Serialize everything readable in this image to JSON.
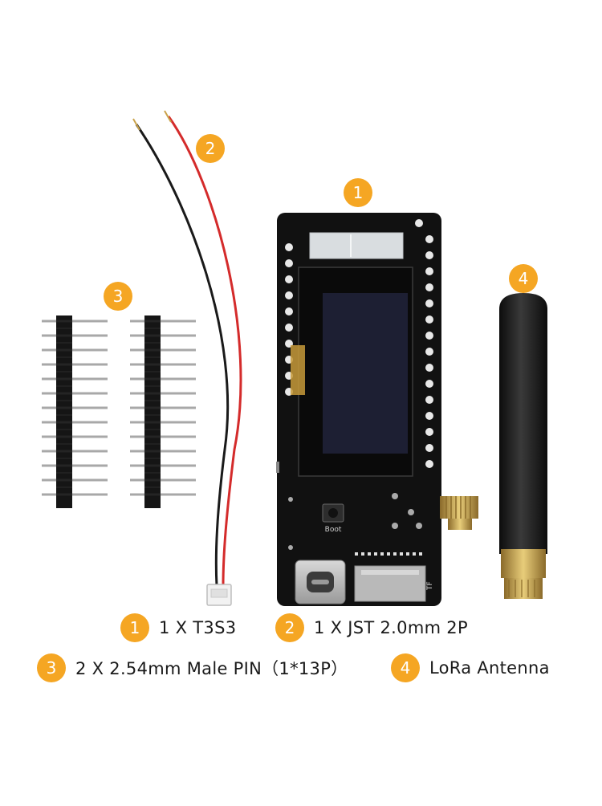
{
  "colors": {
    "badge": "#f5a623",
    "pcb": "#111111",
    "gold": "#c9a24a"
  },
  "callouts": [
    {
      "num": "1"
    },
    {
      "num": "2"
    },
    {
      "num": "3"
    },
    {
      "num": "4"
    }
  ],
  "board": {
    "boot_label": "Boot",
    "tf_label": "TF"
  },
  "legend": [
    {
      "num": "1",
      "text": "1 X T3S3"
    },
    {
      "num": "2",
      "text": "1 X JST 2.0mm 2P"
    },
    {
      "num": "3",
      "text": "2 X 2.54mm Male PIN（1*13P）"
    },
    {
      "num": "4",
      "text": "LoRa Antenna"
    }
  ]
}
